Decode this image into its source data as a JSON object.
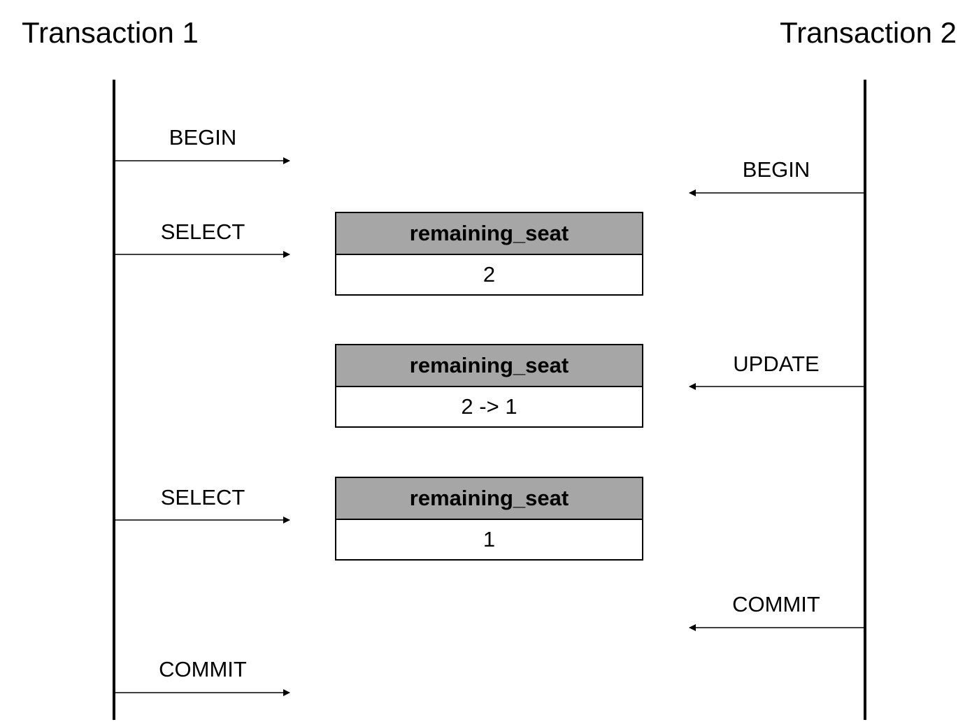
{
  "lanes": {
    "t1": {
      "title": "Transaction 1"
    },
    "t2": {
      "title": "Transaction 2"
    }
  },
  "messages": {
    "t1_begin": "BEGIN",
    "t2_begin": "BEGIN",
    "t1_select_1": "SELECT",
    "t2_update": "UPDATE",
    "t1_select_2": "SELECT",
    "t2_commit": "COMMIT",
    "t1_commit": "COMMIT"
  },
  "tables": [
    {
      "header": "remaining_seat",
      "value": "2"
    },
    {
      "header": "remaining_seat",
      "value": "2 -> 1"
    },
    {
      "header": "remaining_seat",
      "value": "1"
    }
  ],
  "colors": {
    "line": "#000000",
    "table_header_bg": "#a6a6a6",
    "table_cell_bg": "#ffffff"
  }
}
